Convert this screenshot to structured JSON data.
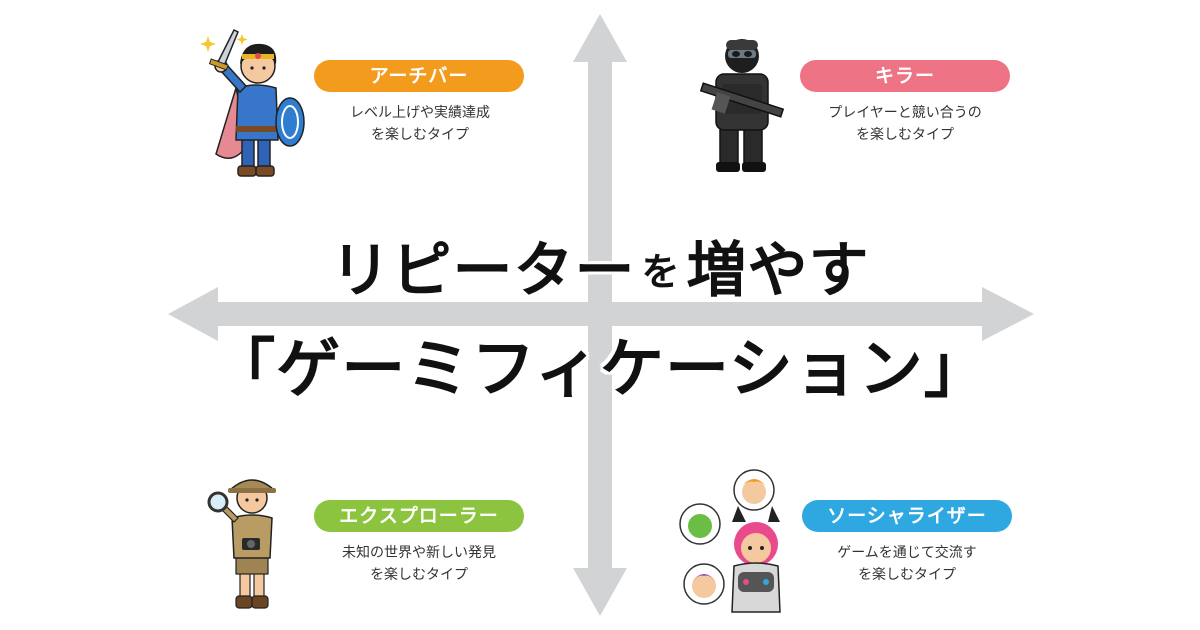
{
  "title": {
    "line1_part1": "リピーター",
    "line1_particle": "を",
    "line1_part2": "増やす",
    "line2": "「ゲーミフィケーション」"
  },
  "quadrants": {
    "achiever": {
      "label": "アーチバー",
      "desc_line1": "レベル上げや実績達成",
      "desc_line2": "を楽しむタイプ",
      "color": "#F29B1D",
      "icon": "hero-with-sword-icon"
    },
    "killer": {
      "label": "キラー",
      "desc_line1": "プレイヤーと競い合うの",
      "desc_line2": "を楽しむタイプ",
      "color": "#EE7384",
      "icon": "soldier-with-rifle-icon"
    },
    "explorer": {
      "label": "エクスプローラー",
      "desc_line1": "未知の世界や新しい発見",
      "desc_line2": "を楽しむタイプ",
      "color": "#8CC43F",
      "icon": "explorer-with-magnifier-icon"
    },
    "socializer": {
      "label": "ソーシャライザー",
      "desc_line1": "ゲームを通じて交流す",
      "desc_line2": "を楽しむタイプ",
      "color": "#2FA8E1",
      "icon": "social-gamer-icon"
    }
  },
  "axis_color": "#D2D3D5"
}
